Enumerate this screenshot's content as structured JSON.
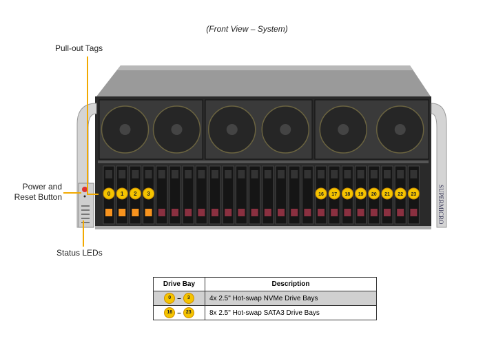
{
  "title": "(Front View – System)",
  "callouts": {
    "pull_out_tags": "Pull-out Tags",
    "power_reset": "Power and Reset Button",
    "status_leds": "Status LEDs"
  },
  "brand": "SUPERMICRO",
  "bays": {
    "nvme_labels": [
      "0",
      "1",
      "2",
      "3"
    ],
    "sata_labels": [
      "16",
      "17",
      "18",
      "19",
      "20",
      "21",
      "22",
      "23"
    ]
  },
  "colors": {
    "callout_line": "#f2a900",
    "badge": "#f5c400",
    "nvme_latch": "#f7931e",
    "sata_latch": "#8a3040"
  },
  "table": {
    "headers": [
      "Drive Bay",
      "Description"
    ],
    "rows": [
      {
        "from": "0",
        "to": "3",
        "description": "4x 2.5\" Hot-swap NVMe Drive Bays"
      },
      {
        "from": "16",
        "to": "23",
        "description": "8x 2.5\" Hot-swap SATA3 Drive Bays"
      }
    ]
  }
}
